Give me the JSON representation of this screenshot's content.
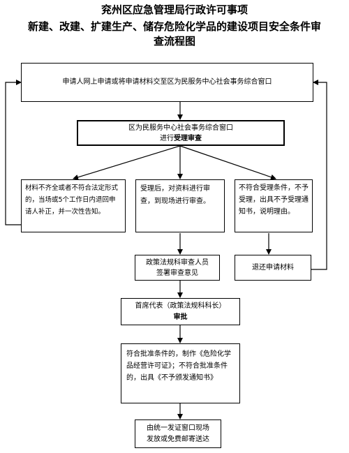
{
  "title": {
    "line1": "兖州区应急管理局行政许可事项",
    "line2": "新建、改建、扩建生产、储存危险化学品的建设项目安全条件审",
    "line3": "查流程图"
  },
  "steps": {
    "apply": "申请人网上申请或将申请材料交至区为民服务中心社会事务综合窗口",
    "window_line1": "区为民服务中心社会事务综合窗口",
    "window_line2_prefix": "进行",
    "window_line2_bold": "受理审查",
    "incomplete": "材料不齐全或者不符合法定形式的，当场或5个工作日内退回申请人补正，并一次性告知。",
    "accepted": "受理后，对资料进行审查，到现场进行审查。",
    "not_meet": "不符合受理条件，不予受理，出具不予受理通知书，说明理由。",
    "review_line1": "政策法规科审查人员",
    "review_line2": "签署审查意见",
    "return": "退还申请材料",
    "approve_line1": "首席代表（政策法规科科长）",
    "approve_line2": "审批",
    "decision": "符合批准条件的，制作《危险化学品经营许可证》；不符合批准条件的，出具《不予颁发通知书》",
    "issue_line1": "由统一发证窗口现场",
    "issue_line2": "发放或免费邮寄送达"
  }
}
